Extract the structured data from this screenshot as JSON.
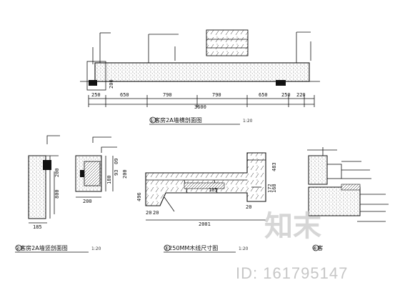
{
  "view1": {
    "dims_top": [
      "250",
      "650",
      "790",
      "790",
      "650",
      "250",
      "220"
    ],
    "dim_total": "3600",
    "dim_side": "200",
    "caption": "①客房2A墙横剖面图",
    "scale": "1:20"
  },
  "view2": {
    "dims_side": [
      "800",
      "200"
    ],
    "dim_bottom": "185",
    "caption": "②客房2A墙竖剖面图",
    "scale": "1:20"
  },
  "view3": {
    "dims_side": [
      "200",
      "180",
      "93",
      "09"
    ],
    "dim_bottom": "200"
  },
  "view4": {
    "dims_side": [
      "496",
      "483",
      "168",
      "172"
    ],
    "dim_bottom": "2001",
    "dim_small": [
      "20",
      "20",
      "105",
      "20"
    ],
    "caption": "③250MM木线尺寸图",
    "scale": "1:20"
  },
  "view5": {
    "caption": "④客"
  },
  "watermark": {
    "logo_text": "知末",
    "id_text": "ID: 161795147"
  }
}
